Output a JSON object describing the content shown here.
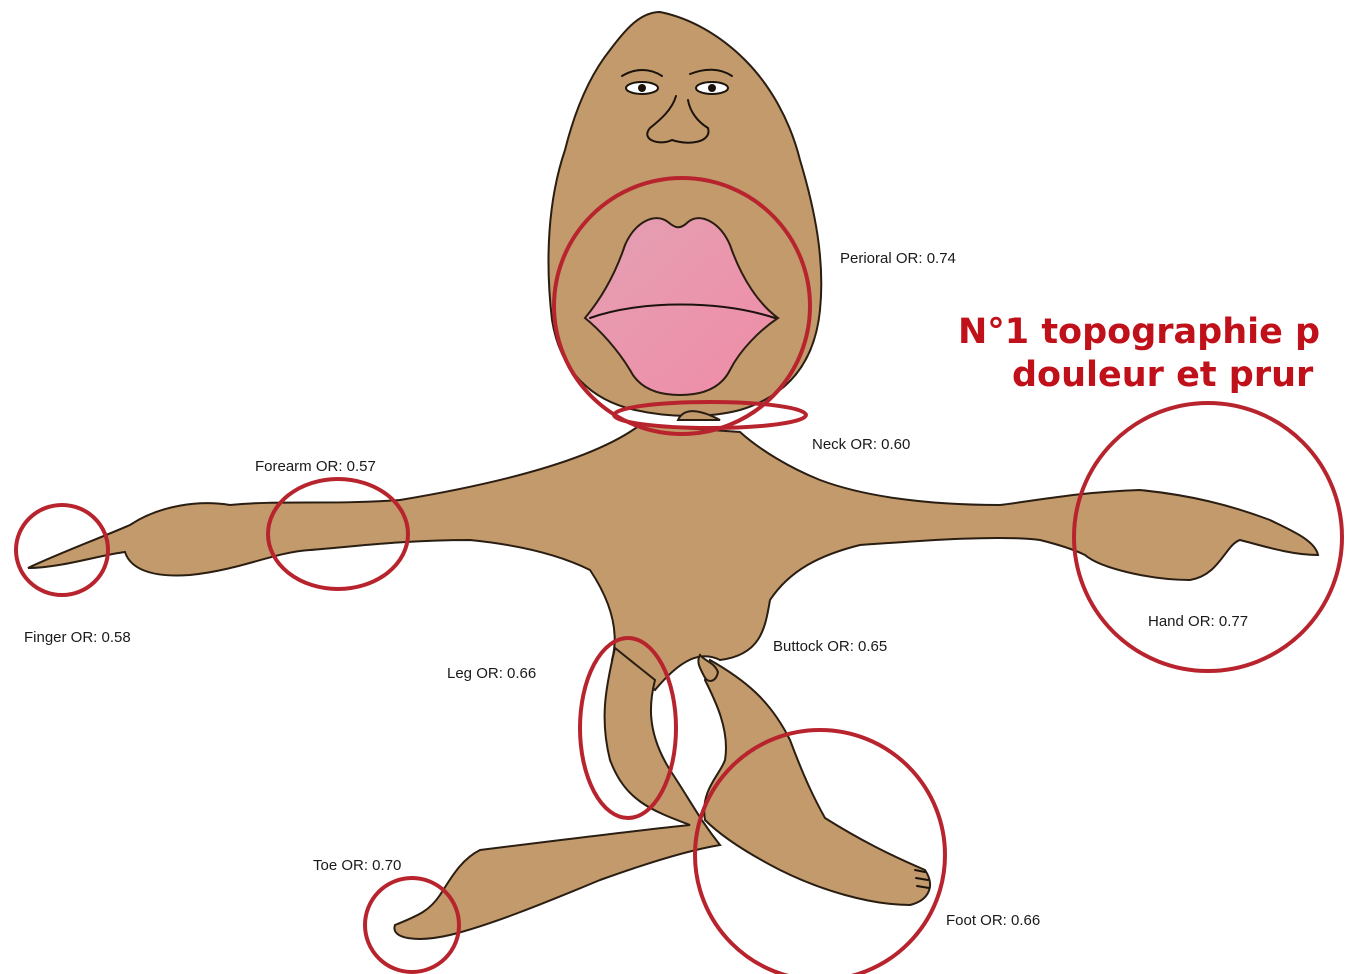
{
  "title_lines": [
    "N°1 topographie p",
    "douleur et prur"
  ],
  "labels": {
    "perioral": "Perioral OR: 0.74",
    "neck": "Neck OR: 0.60",
    "forearm": "Forearm OR: 0.57",
    "finger": "Finger OR: 0.58",
    "hand": "Hand OR: 0.77",
    "buttock": "Buttock OR: 0.65",
    "leg": "Leg OR: 0.66",
    "toe": "Toe OR: 0.70",
    "foot": "Foot OR: 0.66"
  },
  "colors": {
    "skin": "#c29a6b",
    "ring": "#b8242d",
    "title": "#c0101a",
    "lips": "#e88fa6"
  }
}
